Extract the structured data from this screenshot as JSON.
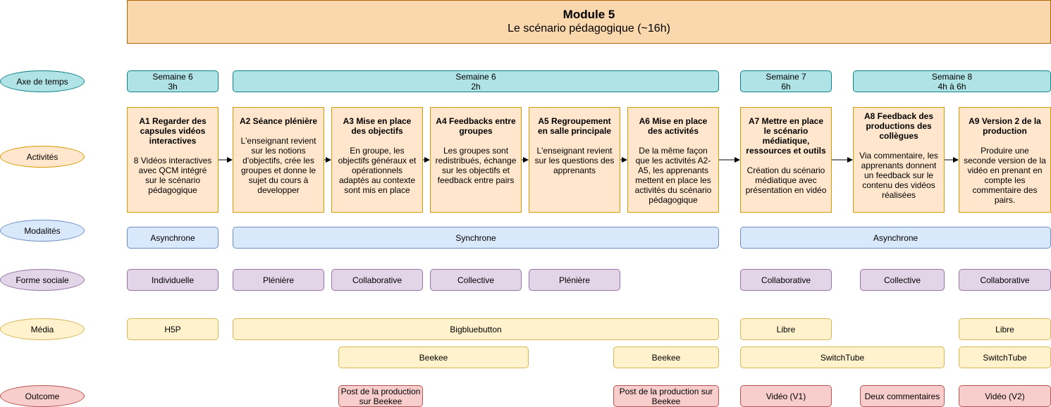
{
  "title": {
    "module": "Module 5",
    "subtitle": "Le scénario pédagogique (~16h)"
  },
  "rows": {
    "time": "Axe de temps",
    "activities": "Activités",
    "modalities": "Modalités",
    "social": "Forme sociale",
    "media": "Média",
    "outcome": "Outcome"
  },
  "weeks": [
    {
      "name": "Semaine 6",
      "hours": "3h"
    },
    {
      "name": "Semaine 6",
      "hours": "2h"
    },
    {
      "name": "Semaine 7",
      "hours": "6h"
    },
    {
      "name": "Semaine 8",
      "hours": "4h à 6h"
    }
  ],
  "activities": [
    {
      "title": "A1 Regarder des capsules vidéos interactives",
      "desc": "8 Vidéos interactives avec QCM intégré sur le scénario pédagogique"
    },
    {
      "title": "A2 Séance plénière",
      "desc": "L'enseignant revient sur les notions d'objectifs, crée les groupes et donne le sujet du cours à developper"
    },
    {
      "title": "A3 Mise en place des objectifs",
      "desc": "En groupe, les objectifs généraux et opérationnels adaptés au contexte sont mis en place"
    },
    {
      "title": "A4 Feedbacks entre groupes",
      "desc": "Les groupes sont redistribués, échange sur les objectifs et feedback entre pairs"
    },
    {
      "title": "A5 Regroupement en salle principale",
      "desc": "L'enseignant revient sur les questions des apprenants"
    },
    {
      "title": "A6 Mise en place des activités",
      "desc": "De la même façon que les activités A2-A5, les apprenants mettent en place les activités du scénario pédagogique"
    },
    {
      "title": "A7 Mettre en place le scénario médiatique, ressources et outils",
      "desc": "Création du scénario médiatique avec présentation en vidéo"
    },
    {
      "title": "A8 Feedback des productions des collègues",
      "desc": "Via commentaire, les apprenants donnent un feedback sur le contenu des vidéos réalisées"
    },
    {
      "title": "A9 Version 2 de la production",
      "desc": "Produire une seconde version de la vidéo en prenant en compte les commentaire des pairs."
    }
  ],
  "modalities": [
    "Asynchrone",
    "Synchrone",
    "Asynchrone"
  ],
  "social": [
    "Individuelle",
    "Plénière",
    "Collaborative",
    "Collective",
    "Plénière",
    "Collaborative",
    "Collective",
    "Collaborative"
  ],
  "media": [
    "H5P",
    "Bigbluebutton",
    "Libre",
    "Libre",
    "Beekee",
    "Beekee",
    "SwitchTube",
    "SwitchTube"
  ],
  "outcome": [
    "Post de la production sur Beekee",
    "Post de la production sur Beekee",
    "Vidéo (V1)",
    "Deux commentaires",
    "Vidéo (V2)"
  ]
}
